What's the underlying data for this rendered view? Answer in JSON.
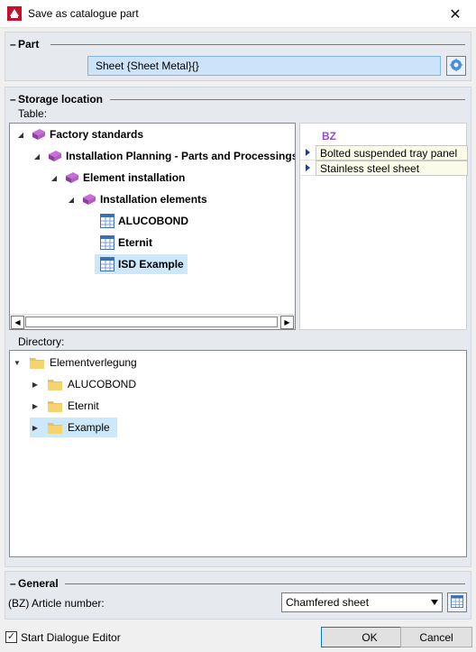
{
  "window": {
    "title": "Save as catalogue part"
  },
  "part": {
    "heading": "Part",
    "value": "Sheet {Sheet Metal}{}"
  },
  "storage": {
    "heading": "Storage location",
    "table_label": "Table:",
    "tree": [
      {
        "label": "Factory standards"
      },
      {
        "label": "Installation Planning - Parts and Processings"
      },
      {
        "label": "Element installation"
      },
      {
        "label": "Installation elements"
      },
      {
        "label": "ALUCOBOND"
      },
      {
        "label": "Eternit"
      },
      {
        "label": "ISD Example"
      }
    ],
    "table": {
      "column_header": "BZ",
      "rows": [
        "Bolted suspended tray panel",
        "Stainless steel sheet"
      ]
    },
    "directory_label": "Directory:",
    "directory": [
      {
        "label": "Elementverlegung"
      },
      {
        "label": "ALUCOBOND"
      },
      {
        "label": "Eternit"
      },
      {
        "label": "Example"
      }
    ]
  },
  "general": {
    "heading": "General",
    "article_label": "(BZ) Article number:",
    "article_value": "Chamfered sheet"
  },
  "footer": {
    "dialogue_editor_label": "Start Dialogue Editor",
    "ok_label": "OK",
    "cancel_label": "Cancel"
  },
  "colors": {
    "accent": "#0078d7",
    "section_bg": "#e6eaef",
    "column_header": "#8b4fd1",
    "selection": "#cde8fb"
  }
}
